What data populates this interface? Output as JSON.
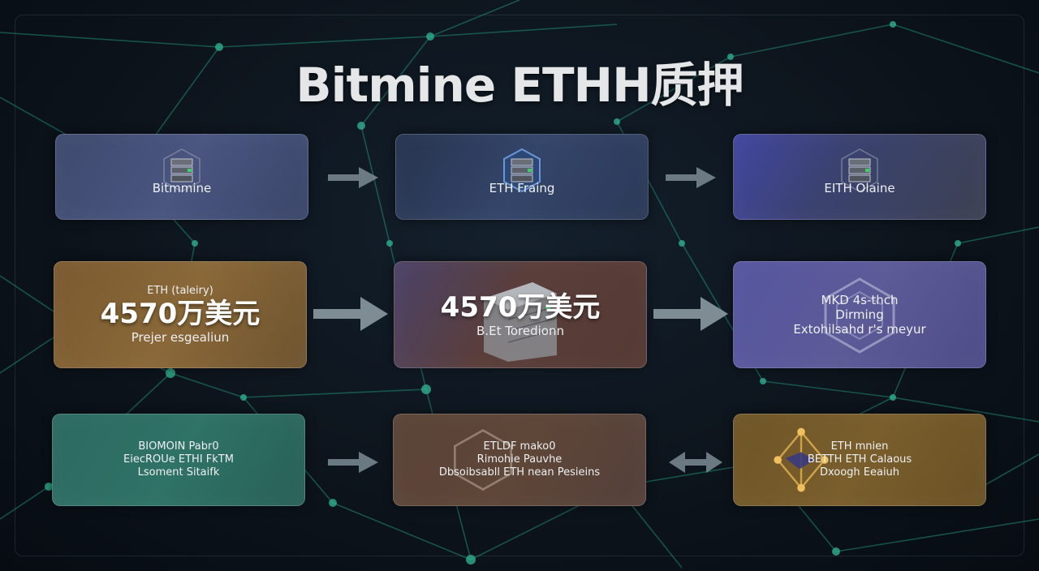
{
  "title": "Bitmine ETHH质押",
  "colors": {
    "background": "#0c131b",
    "network_line": "#1f8a74",
    "network_node": "#2fae8c",
    "arrow": "#8a9aa0"
  },
  "cards": [
    {
      "id": "c1",
      "lines": [
        "Bitmmine"
      ],
      "icon": "server-icon"
    },
    {
      "id": "c2",
      "lines": [
        "ETH Fraing"
      ],
      "icon": "server-icon"
    },
    {
      "id": "c3",
      "lines": [
        "EITH Olaine"
      ],
      "icon": "server-icon"
    },
    {
      "id": "c4",
      "top": "ETH (taleiry)",
      "big": "4570万美元",
      "bottom": "Prejer esgealiun"
    },
    {
      "id": "c5",
      "big": "4570万美元",
      "bottom": "B.Et Toredionn",
      "icon": "server-rack-icon"
    },
    {
      "id": "c6",
      "lines": [
        "MKD 4s-thch",
        "Dirming",
        "Extohilsahd r's meyur"
      ],
      "icon": "hexagon-icon"
    },
    {
      "id": "c7",
      "lines": [
        "BIOMOIN Pabr0",
        "EiecROUe ETHI FkTM",
        "Lsoment Sitaifk"
      ]
    },
    {
      "id": "c8",
      "lines": [
        "ETLDF mako0",
        "Rimohie Pauvhe",
        "Dbsoibsabll ETH nean Pesieins"
      ],
      "icon": "hexagon-icon"
    },
    {
      "id": "c9",
      "lines": [
        "ETH mnien",
        "BETTH ETH Calaous",
        "Dxoogh Eeaiuh"
      ],
      "icon": "network-hub-icon"
    }
  ]
}
